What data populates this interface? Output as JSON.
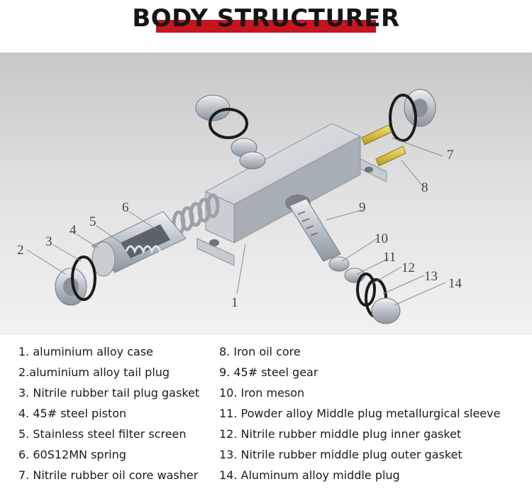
{
  "title": "BODY STRUCTURER",
  "accent_color": "#c8141e",
  "callouts": [
    "1",
    "2",
    "3",
    "4",
    "5",
    "6",
    "7",
    "8",
    "9",
    "10",
    "11",
    "12",
    "13",
    "14"
  ],
  "legend_left": [
    "1. aluminium alloy case",
    "2.aluminium alloy tail plug",
    "3. Nitrile rubber tail plug gasket",
    "4. 45# steel piston",
    "5. Stainless steel filter screen",
    "6. 60S12MN spring",
    "7. Nitrile rubber oil core washer"
  ],
  "legend_right": [
    "8. Iron oil core",
    "9. 45# steel gear",
    "10. Iron meson",
    "11. Powder alloy Middle plug metallurgical sleeve",
    "12. Nitrile rubber middle plug inner gasket",
    "13. Nitrile rubber middle plug outer gasket",
    "14. Aluminum alloy middle plug"
  ]
}
